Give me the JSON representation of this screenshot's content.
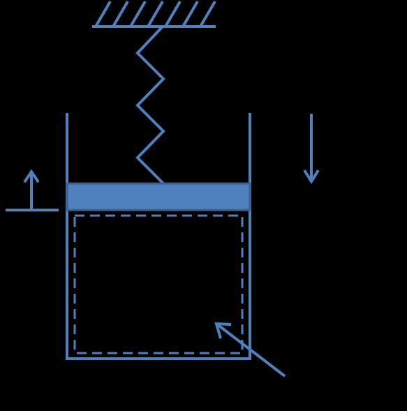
{
  "diagram": {
    "background_color": "#000000",
    "stroke_color": "#4F81BD",
    "piston_fill_color": "#4F81BD",
    "piston_border_color": "#3B6090",
    "elements": {
      "wall": "fixed-support-hatch",
      "spring": "zigzag-spring",
      "cylinder": "open-top-cylinder",
      "piston": "piston",
      "control_volume": "dashed-boundary",
      "arrow_up": "upward-arrow-with-datum-line",
      "arrow_down": "downward-arrow",
      "pointer": "diagonal-pointer-arrow"
    }
  }
}
